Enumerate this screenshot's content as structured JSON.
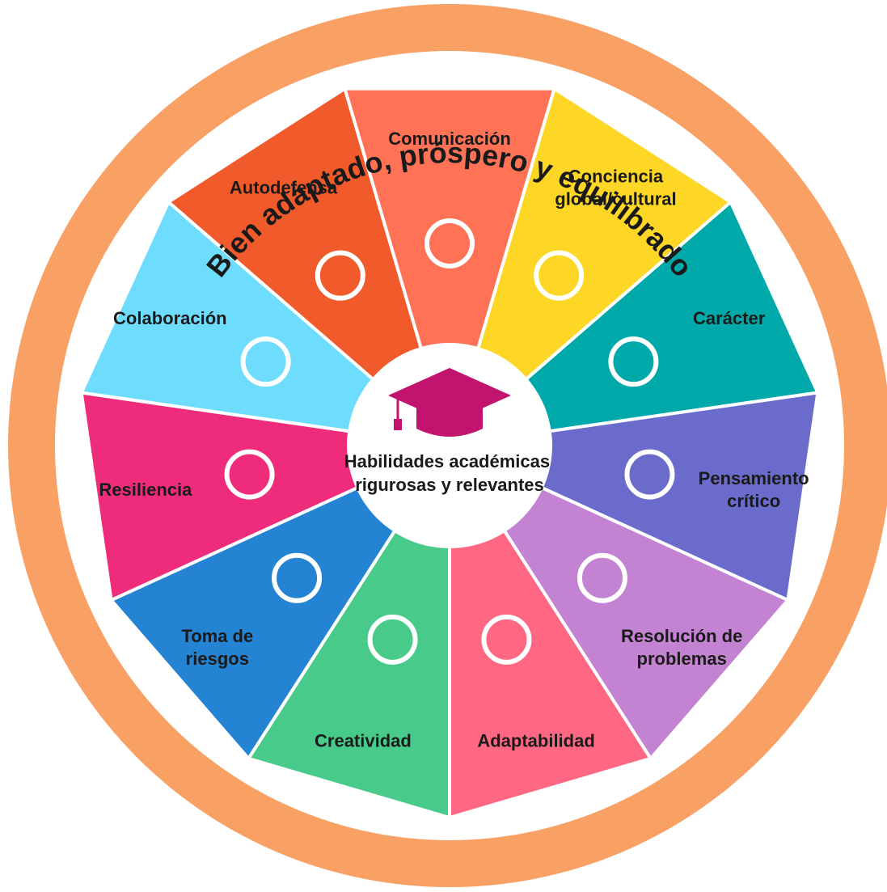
{
  "outer_ring": {
    "title": "Bien adaptado, próspero y equilibrado",
    "color": "#F9A065"
  },
  "center": {
    "label_line1": "Habilidades académicas",
    "label_line2": "rigurosas y relevantes",
    "icon": "graduation-cap-icon",
    "icon_color": "#C2136E"
  },
  "segments": [
    {
      "id": "comunicacion",
      "lines": [
        "Comunicación"
      ],
      "color": "#FF7255",
      "icon": "speech-bubbles-icon"
    },
    {
      "id": "conciencia",
      "lines": [
        "Conciencia",
        "global/cultural"
      ],
      "color": "#FDD626",
      "icon": "globe-icon"
    },
    {
      "id": "caracter",
      "lines": [
        "Carácter"
      ],
      "color": "#00A9A9",
      "icon": "scales-icon"
    },
    {
      "id": "pensamiento",
      "lines": [
        "Pensamiento",
        "crítico"
      ],
      "color": "#6A6BCB",
      "icon": "gears-icon"
    },
    {
      "id": "resolucion",
      "lines": [
        "Resolución de",
        "problemas"
      ],
      "color": "#C483D2",
      "icon": "puzzle-icon"
    },
    {
      "id": "adaptabilidad",
      "lines": [
        "Adaptabilidad"
      ],
      "color": "#FF6782",
      "icon": "branching-arrows-icon"
    },
    {
      "id": "creatividad",
      "lines": [
        "Creatividad"
      ],
      "color": "#48CB8A",
      "icon": "open-box-star-icon"
    },
    {
      "id": "toma",
      "lines": [
        "Toma de",
        "riesgos"
      ],
      "color": "#2483D3",
      "icon": "tightrope-walker-icon"
    },
    {
      "id": "resiliencia",
      "lines": [
        "Resiliencia"
      ],
      "color": "#EE2C7B",
      "icon": "bounce-arrow-icon"
    },
    {
      "id": "colaboracion",
      "lines": [
        "Colaboración"
      ],
      "color": "#6EDDFD",
      "icon": "high-five-icon"
    },
    {
      "id": "autodefensa",
      "lines": [
        "Autodefensa"
      ],
      "color": "#F15A2B",
      "icon": "flag-climber-icon"
    }
  ]
}
